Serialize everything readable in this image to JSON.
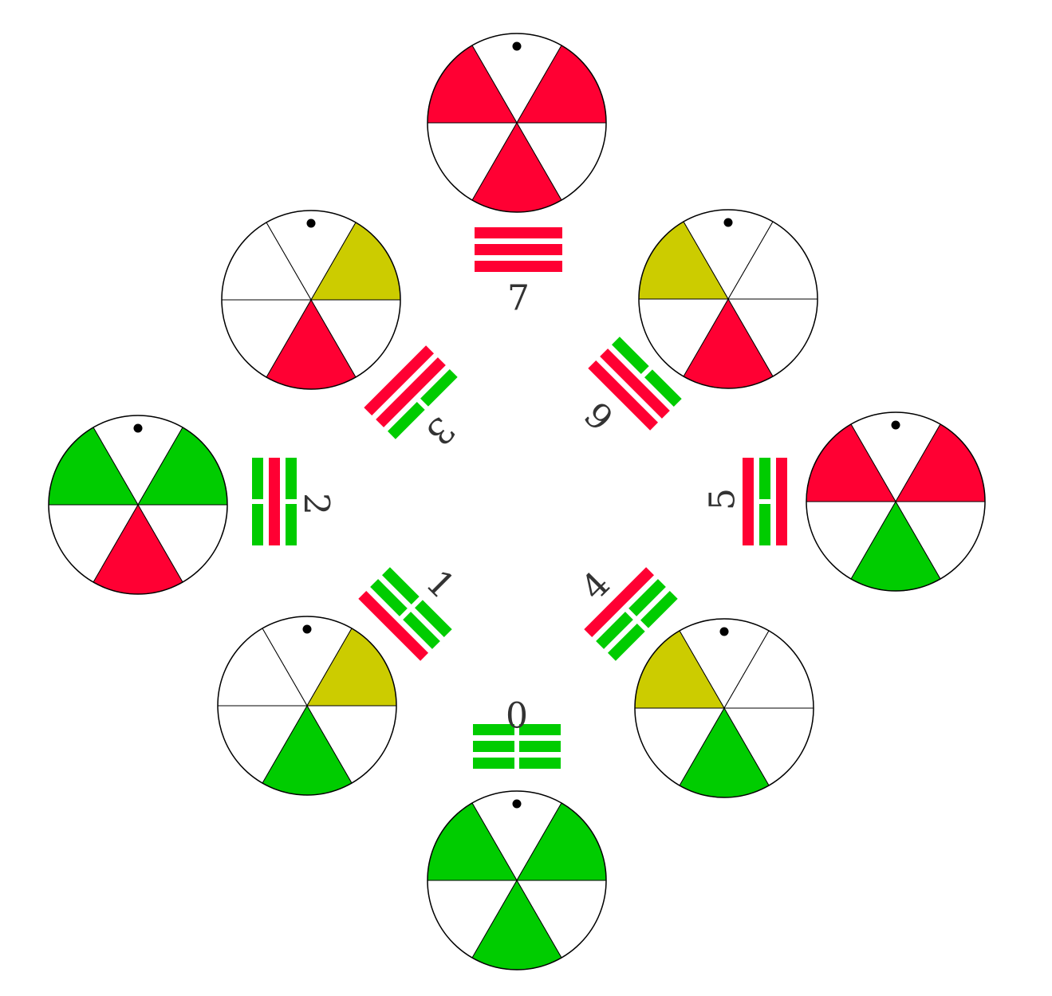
{
  "colors": {
    "red": "#ff0033",
    "green": "#00cc00",
    "olive": "#cccc00",
    "white": "#ffffff",
    "outline": "#000000",
    "label": "#333333"
  },
  "trigrams": [
    {
      "label": "0",
      "lines": [
        "broken",
        "broken",
        "broken"
      ],
      "line_colors": [
        "green",
        "green",
        "green"
      ],
      "wheel_sectors": [
        "white",
        "green",
        "white",
        "green",
        "white",
        "green"
      ]
    },
    {
      "label": "1",
      "lines": [
        "broken",
        "broken",
        "solid"
      ],
      "line_colors": [
        "green",
        "green",
        "red"
      ],
      "wheel_sectors": [
        "white",
        "olive",
        "white",
        "green",
        "white",
        "white"
      ]
    },
    {
      "label": "2",
      "lines": [
        "broken",
        "solid",
        "broken"
      ],
      "line_colors": [
        "green",
        "red",
        "green"
      ],
      "wheel_sectors": [
        "white",
        "green",
        "white",
        "red",
        "white",
        "green"
      ]
    },
    {
      "label": "3",
      "lines": [
        "broken",
        "solid",
        "solid"
      ],
      "line_colors": [
        "green",
        "red",
        "red"
      ],
      "wheel_sectors": [
        "white",
        "olive",
        "white",
        "red",
        "white",
        "white"
      ]
    },
    {
      "label": "4",
      "lines": [
        "solid",
        "broken",
        "broken"
      ],
      "line_colors": [
        "red",
        "green",
        "green"
      ],
      "wheel_sectors": [
        "white",
        "white",
        "white",
        "green",
        "white",
        "olive"
      ]
    },
    {
      "label": "5",
      "lines": [
        "solid",
        "broken",
        "solid"
      ],
      "line_colors": [
        "red",
        "green",
        "red"
      ],
      "wheel_sectors": [
        "white",
        "red",
        "white",
        "green",
        "white",
        "red"
      ]
    },
    {
      "label": "6",
      "lines": [
        "solid",
        "solid",
        "broken"
      ],
      "line_colors": [
        "red",
        "red",
        "green"
      ],
      "wheel_sectors": [
        "white",
        "white",
        "white",
        "red",
        "white",
        "olive"
      ]
    },
    {
      "label": "7",
      "lines": [
        "solid",
        "solid",
        "solid"
      ],
      "line_colors": [
        "red",
        "red",
        "red"
      ],
      "wheel_sectors": [
        "white",
        "red",
        "white",
        "red",
        "white",
        "red"
      ]
    }
  ]
}
